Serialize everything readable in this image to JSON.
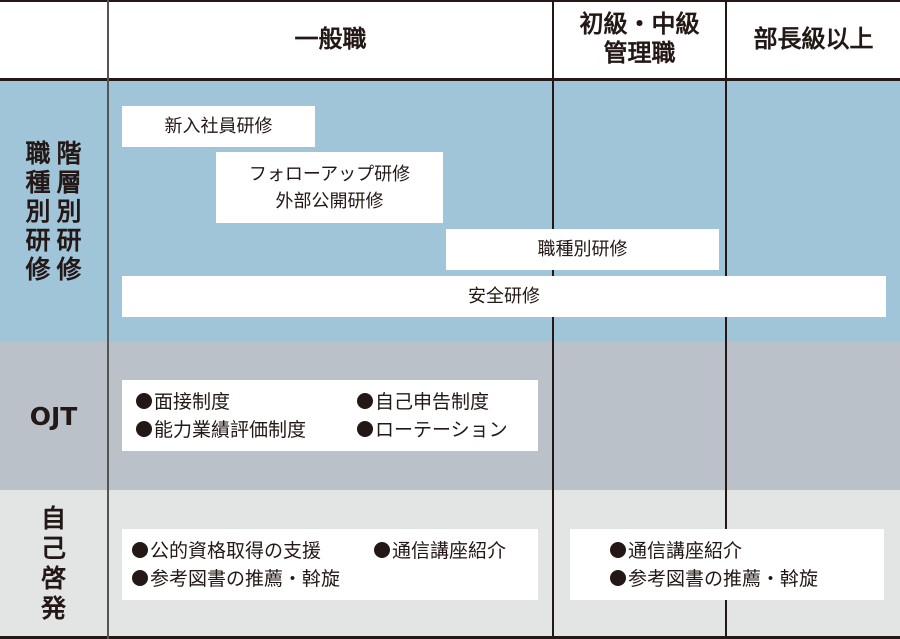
{
  "header": {
    "columns": [
      {
        "id": "general",
        "label": "一般職"
      },
      {
        "id": "junior-mid-manager",
        "label_line1": "初級・中級",
        "label_line2": "管理職"
      },
      {
        "id": "director-and-above",
        "label": "部長級以上"
      }
    ]
  },
  "rows": {
    "hierarchical": {
      "label_col1": [
        "階",
        "層",
        "別",
        "研",
        "修"
      ],
      "label_col2": [
        "職",
        "種",
        "別",
        "研",
        "修"
      ],
      "boxes": [
        {
          "id": "new-employee",
          "lines": [
            "新入社員研修"
          ]
        },
        {
          "id": "followup-external",
          "lines": [
            "フォローアップ研修",
            "外部公開研修"
          ]
        },
        {
          "id": "job-type",
          "lines": [
            "職種別研修"
          ]
        },
        {
          "id": "safety",
          "lines": [
            "安全研修"
          ]
        }
      ]
    },
    "ojt": {
      "label": "OJT",
      "items": [
        {
          "text": "面接制度"
        },
        {
          "text": "自己申告制度"
        },
        {
          "text": "能力業績評価制度"
        },
        {
          "text": "ローテーション"
        }
      ]
    },
    "self_development": {
      "label": [
        "自",
        "己",
        "啓",
        "発"
      ],
      "general_items": [
        {
          "text": "公的資格取得の支援"
        },
        {
          "text": "通信講座紹介"
        },
        {
          "text": "参考図書の推薦・斡旋"
        }
      ],
      "manager_items": [
        {
          "text": "通信講座紹介"
        },
        {
          "text": "参考図書の推薦・斡旋"
        }
      ]
    }
  },
  "colors": {
    "row_training_bg": "#a0c4d8",
    "row_ojt_bg": "#bac1c9",
    "row_selfdev_bg": "#e3e5e5",
    "line": "#231815",
    "box": "#ffffff"
  }
}
